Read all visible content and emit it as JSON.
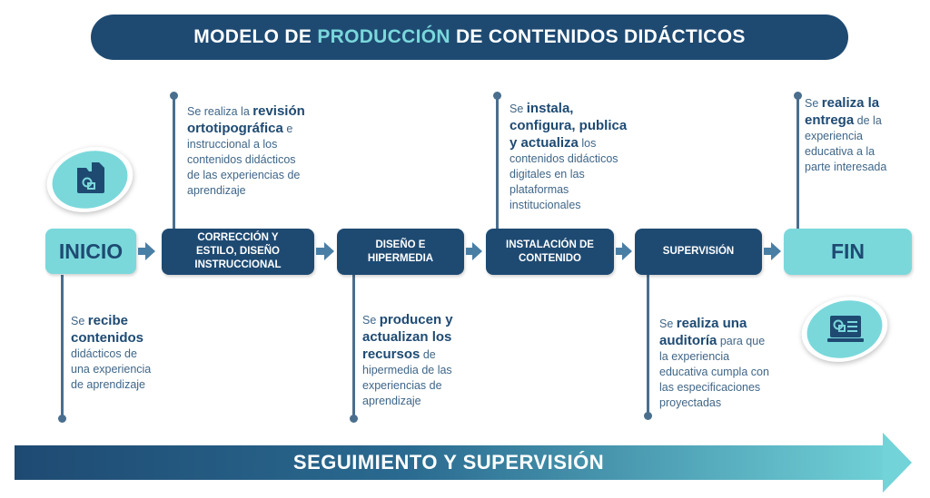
{
  "title": {
    "before": "MODELO DE",
    "highlight": "PRODUCCIÓN",
    "after": "DE CONTENIDOS DIDÁCTICOS"
  },
  "steps": [
    {
      "id": "inicio",
      "label": "INICIO"
    },
    {
      "id": "correccion",
      "label": "CORRECCIÓN Y\nESTILO, DISEÑO\nINSTRUCCIONAL"
    },
    {
      "id": "diseno",
      "label": "DISEÑO E\nHIPERMEDIA"
    },
    {
      "id": "instalacion",
      "label": "INSTALACIÓN DE\nCONTENIDO"
    },
    {
      "id": "supervision",
      "label": "SUPERVISIÓN"
    },
    {
      "id": "fin",
      "label": "FIN"
    }
  ],
  "notes": {
    "inicio": {
      "pre": "Se ",
      "bold": "recibe\ncontenidos",
      "post": "\ndidácticos de\nuna experiencia\nde aprendizaje"
    },
    "correccion": {
      "pre": "Se realiza la ",
      "bold": "revisión\nortotipográfica",
      "post": " e\ninstruccional a los\ncontenidos didácticos\nde las experiencias de\naprendizaje"
    },
    "diseno": {
      "pre": "Se ",
      "bold": "producen y\nactualizan los\nrecursos",
      "post": " de\nhipermedia de las\nexperiencias de\naprendizaje"
    },
    "instalacion": {
      "pre": "Se ",
      "bold": "instala,\nconfigura, publica\ny actualiza",
      "post": " los\ncontenidos didácticos\ndigitales en las\nplataformas\ninstitucionales"
    },
    "supervision": {
      "pre": "Se ",
      "bold": "realiza una\nauditoría",
      "post": " para que\nla experiencia\neducativa cumpla con\nlas especificaciones\nproyectadas"
    },
    "fin": {
      "pre": "Se ",
      "bold": "realiza la\nentrega",
      "post": " de la\nexperiencia\neducativa a la\nparte interesada"
    }
  },
  "footer": {
    "label": "SEGUIMIENTO Y SUPERVISIÓN"
  },
  "icons": {
    "start": "folder-share-icon",
    "end": "monitor-presentation-icon"
  },
  "colors": {
    "dark": "#1e4a72",
    "light": "#7ad8db",
    "text": "#3f6688"
  }
}
